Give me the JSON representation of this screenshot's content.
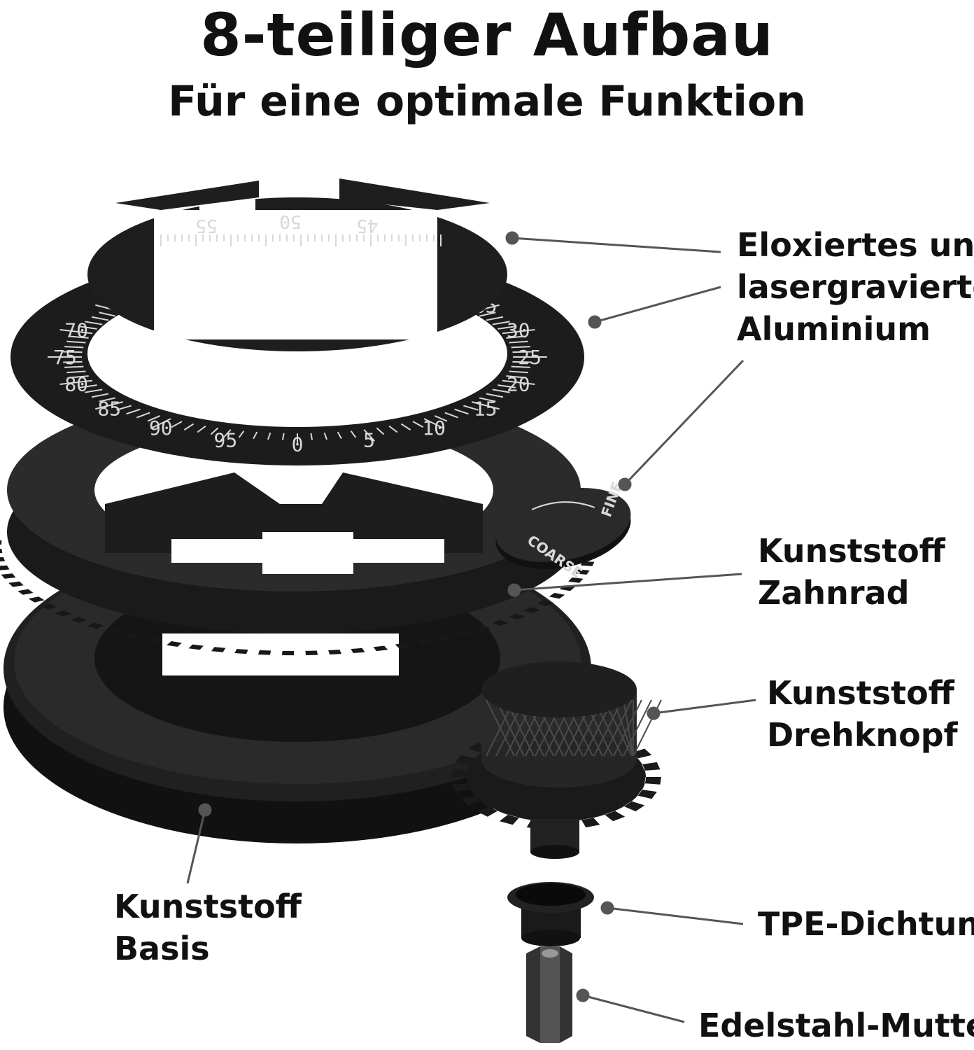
{
  "header": {
    "title": "8-teiliger Aufbau",
    "subtitle": "Für eine optimale Funktion"
  },
  "scales": {
    "top_plate": [
      "55",
      "50",
      "45"
    ],
    "main_ring": [
      "70",
      "75",
      "80",
      "85",
      "90",
      "95",
      "0",
      "5",
      "10",
      "15",
      "20",
      "25",
      "30",
      "35"
    ],
    "disc_coarse": "COARSE",
    "disc_fine": "FINE"
  },
  "labels": {
    "aluminium": [
      "Eloxiertes und",
      "lasergraviertes",
      "Aluminium"
    ],
    "gear": [
      "Kunststoff",
      "Zahnrad"
    ],
    "knob": [
      "Kunststoff",
      "Drehknopf"
    ],
    "base": [
      "Kunststoff",
      "Basis"
    ],
    "seal": [
      "TPE-Dichtung"
    ],
    "nut": [
      "Edelstahl-Mutter"
    ]
  },
  "colors": {
    "part_dark": "#1c1c1c",
    "part_mid": "#2b2b2b",
    "engraving": "#d8d8d8",
    "leader": "#555555"
  }
}
